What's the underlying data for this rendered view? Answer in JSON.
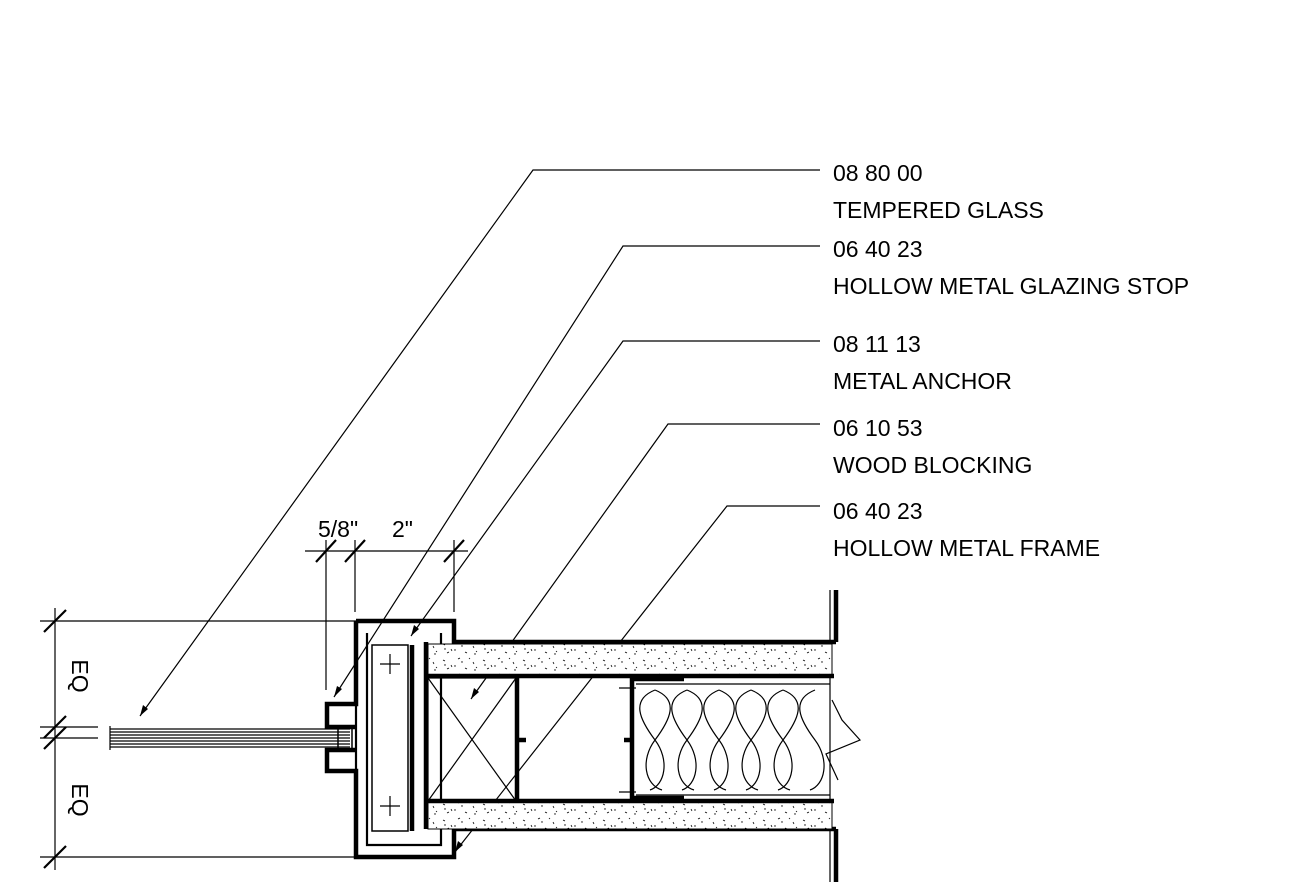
{
  "callouts": [
    {
      "code": "08 80 00",
      "name": "TEMPERED GLASS"
    },
    {
      "code": "06 40 23",
      "name": "HOLLOW METAL GLAZING STOP"
    },
    {
      "code": "08 11 13",
      "name": "METAL ANCHOR"
    },
    {
      "code": "06 10 53",
      "name": "WOOD BLOCKING"
    },
    {
      "code": "06 40 23",
      "name": "HOLLOW METAL FRAME"
    }
  ],
  "dimensions": {
    "glass_offset": "5/8\"",
    "frame_depth": "2\"",
    "upper_eq": "EQ",
    "lower_eq": "EQ"
  }
}
